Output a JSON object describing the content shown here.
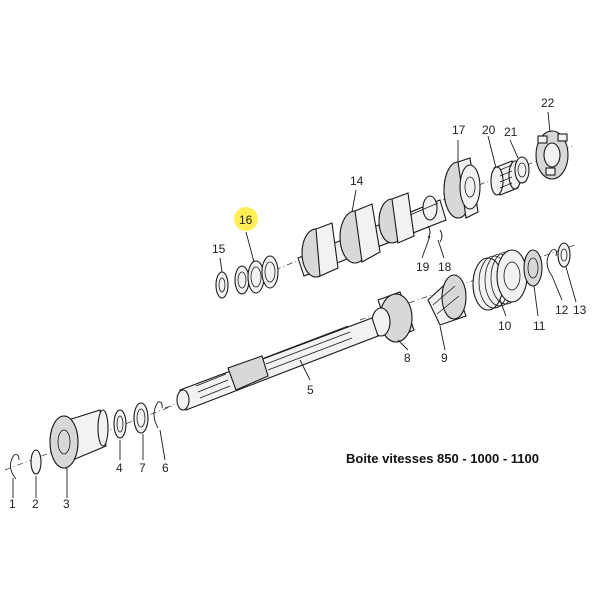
{
  "caption": "Boite vitesses 850 - 1000 - 1100",
  "highlight_color": "#ffee55",
  "parts": [
    "1",
    "2",
    "3",
    "4",
    "5",
    "6",
    "7",
    "8",
    "9",
    "10",
    "11",
    "12",
    "13",
    "14",
    "15",
    "16",
    "17",
    "18",
    "19",
    "20",
    "21",
    "22"
  ],
  "highlighted_part": "16"
}
